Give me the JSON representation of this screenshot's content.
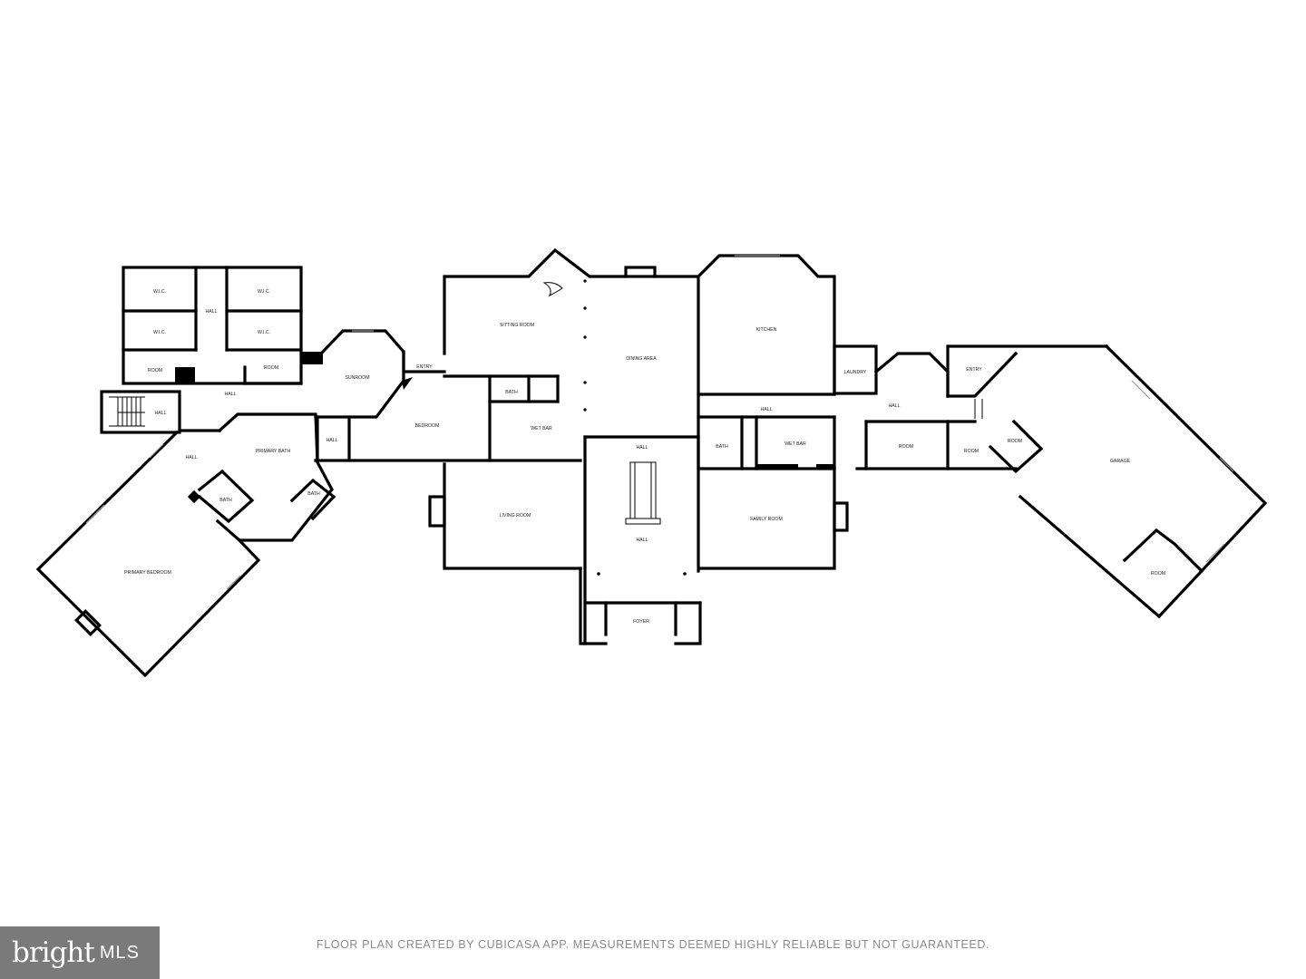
{
  "rooms": {
    "wic1": "W.I.C.",
    "wic2": "W.I.C.",
    "wic3": "W.I.C.",
    "wic4": "W.I.C.",
    "hall_closets": "HALL",
    "room_left": "ROOM",
    "room_mid": "ROOM",
    "hall_left": "HALL",
    "hall_stair_left": "HALL",
    "sunroom": "SUNROOM",
    "entry_left": "ENTRY",
    "sitting_room": "SITTING ROOM",
    "dining_area": "DINING AREA",
    "kitchen": "KITCHEN",
    "laundry": "LAUNDRY",
    "entry_right": "ENTRY",
    "bath_center": "BATH",
    "bedroom": "BEDROOM",
    "wet_bar_left": "WET BAR",
    "hall_center": "HALL",
    "hall_kitchen": "HALL",
    "bath_right": "BATH",
    "wet_bar_right": "WET BAR",
    "hall_right": "HALL",
    "room_right1": "ROOM",
    "room_right2": "ROOM",
    "room_right3": "ROOM",
    "garage": "GARAGE",
    "room_garage": "ROOM",
    "hall_lower_left": "HALL",
    "primary_bath": "PRIMARY BATH",
    "hall_small": "HALL",
    "bath_pb_left": "BATH",
    "bath_pb_right": "BATH",
    "primary_bedroom": "PRIMARY BEDROOM",
    "living_room": "LIVING ROOM",
    "hall_foyer": "HALL",
    "family_room": "FAMILY ROOM",
    "foyer": "FOYER"
  },
  "disclaimer": "FLOOR PLAN CREATED BY CUBICASA APP. MEASUREMENTS DEEMED HIGHLY RELIABLE BUT NOT GUARANTEED.",
  "brand": {
    "name": "bright",
    "suffix": "MLS"
  }
}
